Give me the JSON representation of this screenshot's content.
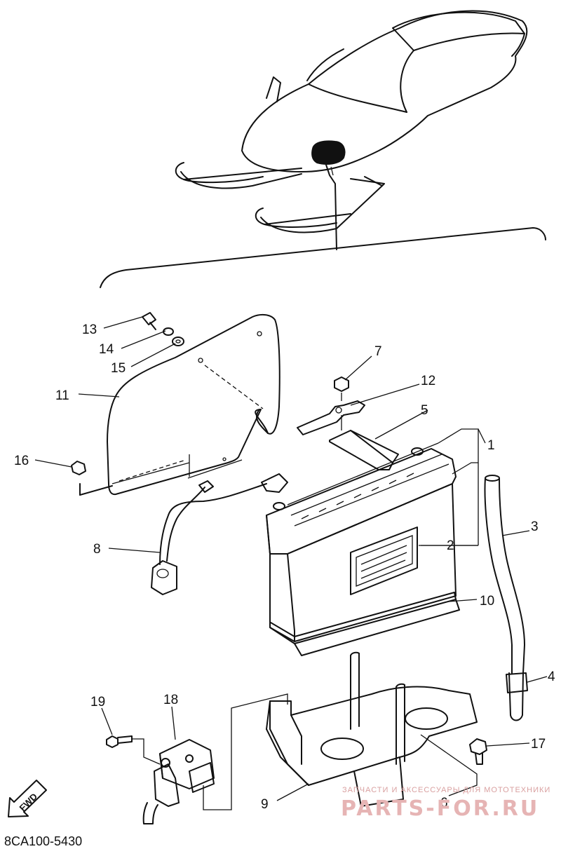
{
  "diagram": {
    "callouts": [
      {
        "id": "c1",
        "text": "1"
      },
      {
        "id": "c2",
        "text": "2"
      },
      {
        "id": "c3",
        "text": "3"
      },
      {
        "id": "c4",
        "text": "4"
      },
      {
        "id": "c5",
        "text": "5"
      },
      {
        "id": "c6",
        "text": "6"
      },
      {
        "id": "c7",
        "text": "7"
      },
      {
        "id": "c8",
        "text": "8"
      },
      {
        "id": "c9",
        "text": "9"
      },
      {
        "id": "c10",
        "text": "10"
      },
      {
        "id": "c11",
        "text": "11"
      },
      {
        "id": "c12",
        "text": "12"
      },
      {
        "id": "c13",
        "text": "13"
      },
      {
        "id": "c14",
        "text": "14"
      },
      {
        "id": "c15",
        "text": "15"
      },
      {
        "id": "c16",
        "text": "16"
      },
      {
        "id": "c17",
        "text": "17"
      },
      {
        "id": "c18",
        "text": "18"
      },
      {
        "id": "c19",
        "text": "19"
      }
    ],
    "direction_arrow": "FWD",
    "drawing_code": "8CA100-5430"
  },
  "watermark": {
    "tagline": "ЗАПЧАСТИ И АКСЕССУАРЫ ДЛЯ МОТОТЕХНИКИ",
    "site": "PARTS-FOR.RU"
  }
}
